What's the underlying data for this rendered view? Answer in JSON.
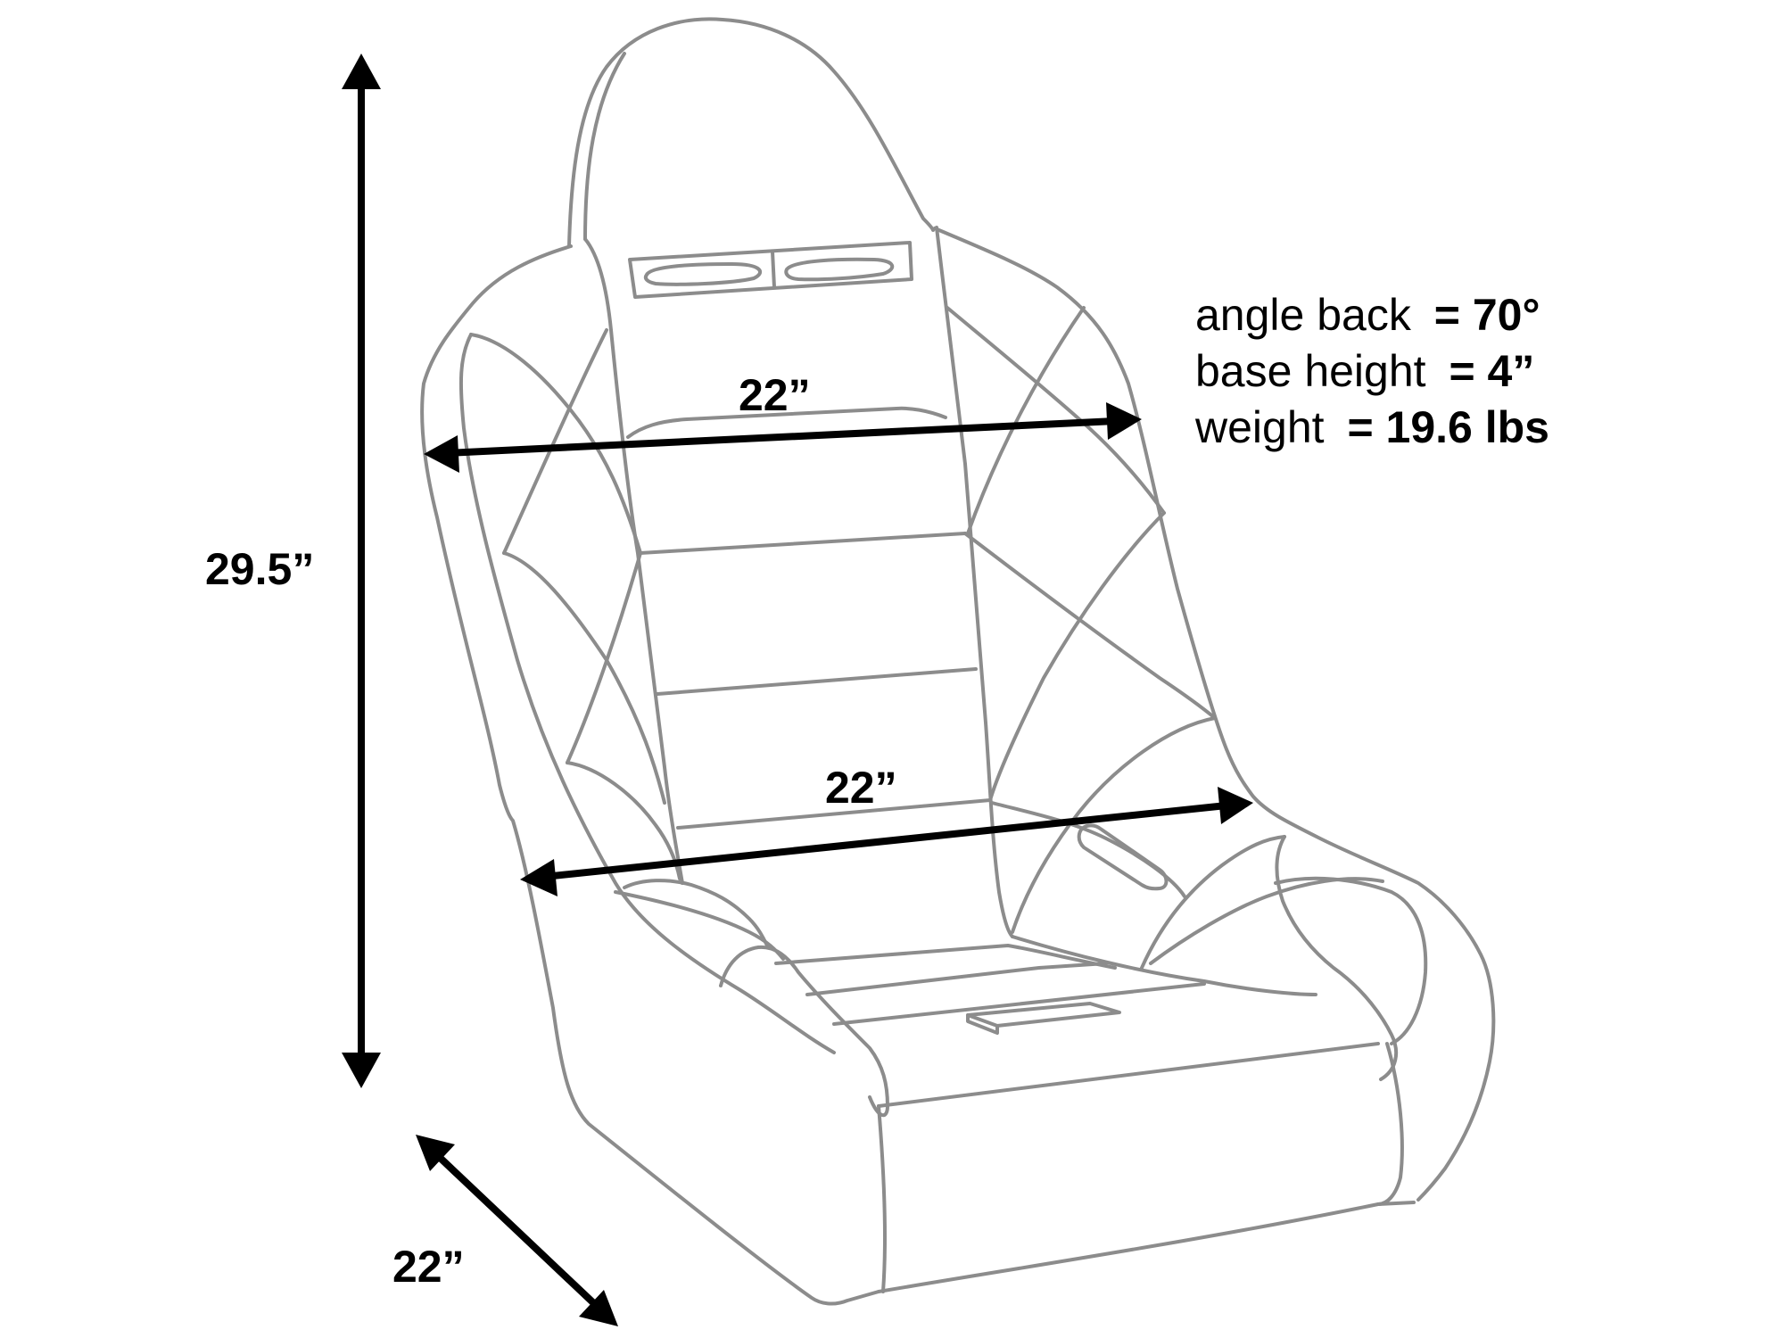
{
  "figure": {
    "subject": "seat-outline"
  },
  "dimensions": {
    "height": "29.5”",
    "back_width": "22”",
    "seat_width": "22”",
    "depth": "22”"
  },
  "specs": [
    {
      "label": "angle back",
      "value": "= 70°"
    },
    {
      "label": "base height",
      "value": "= 4”"
    },
    {
      "label": "weight",
      "value": "= 19.6 lbs"
    }
  ],
  "colors": {
    "outline": "#8c8c8c",
    "dimension": "#000000",
    "background": "#ffffff"
  }
}
